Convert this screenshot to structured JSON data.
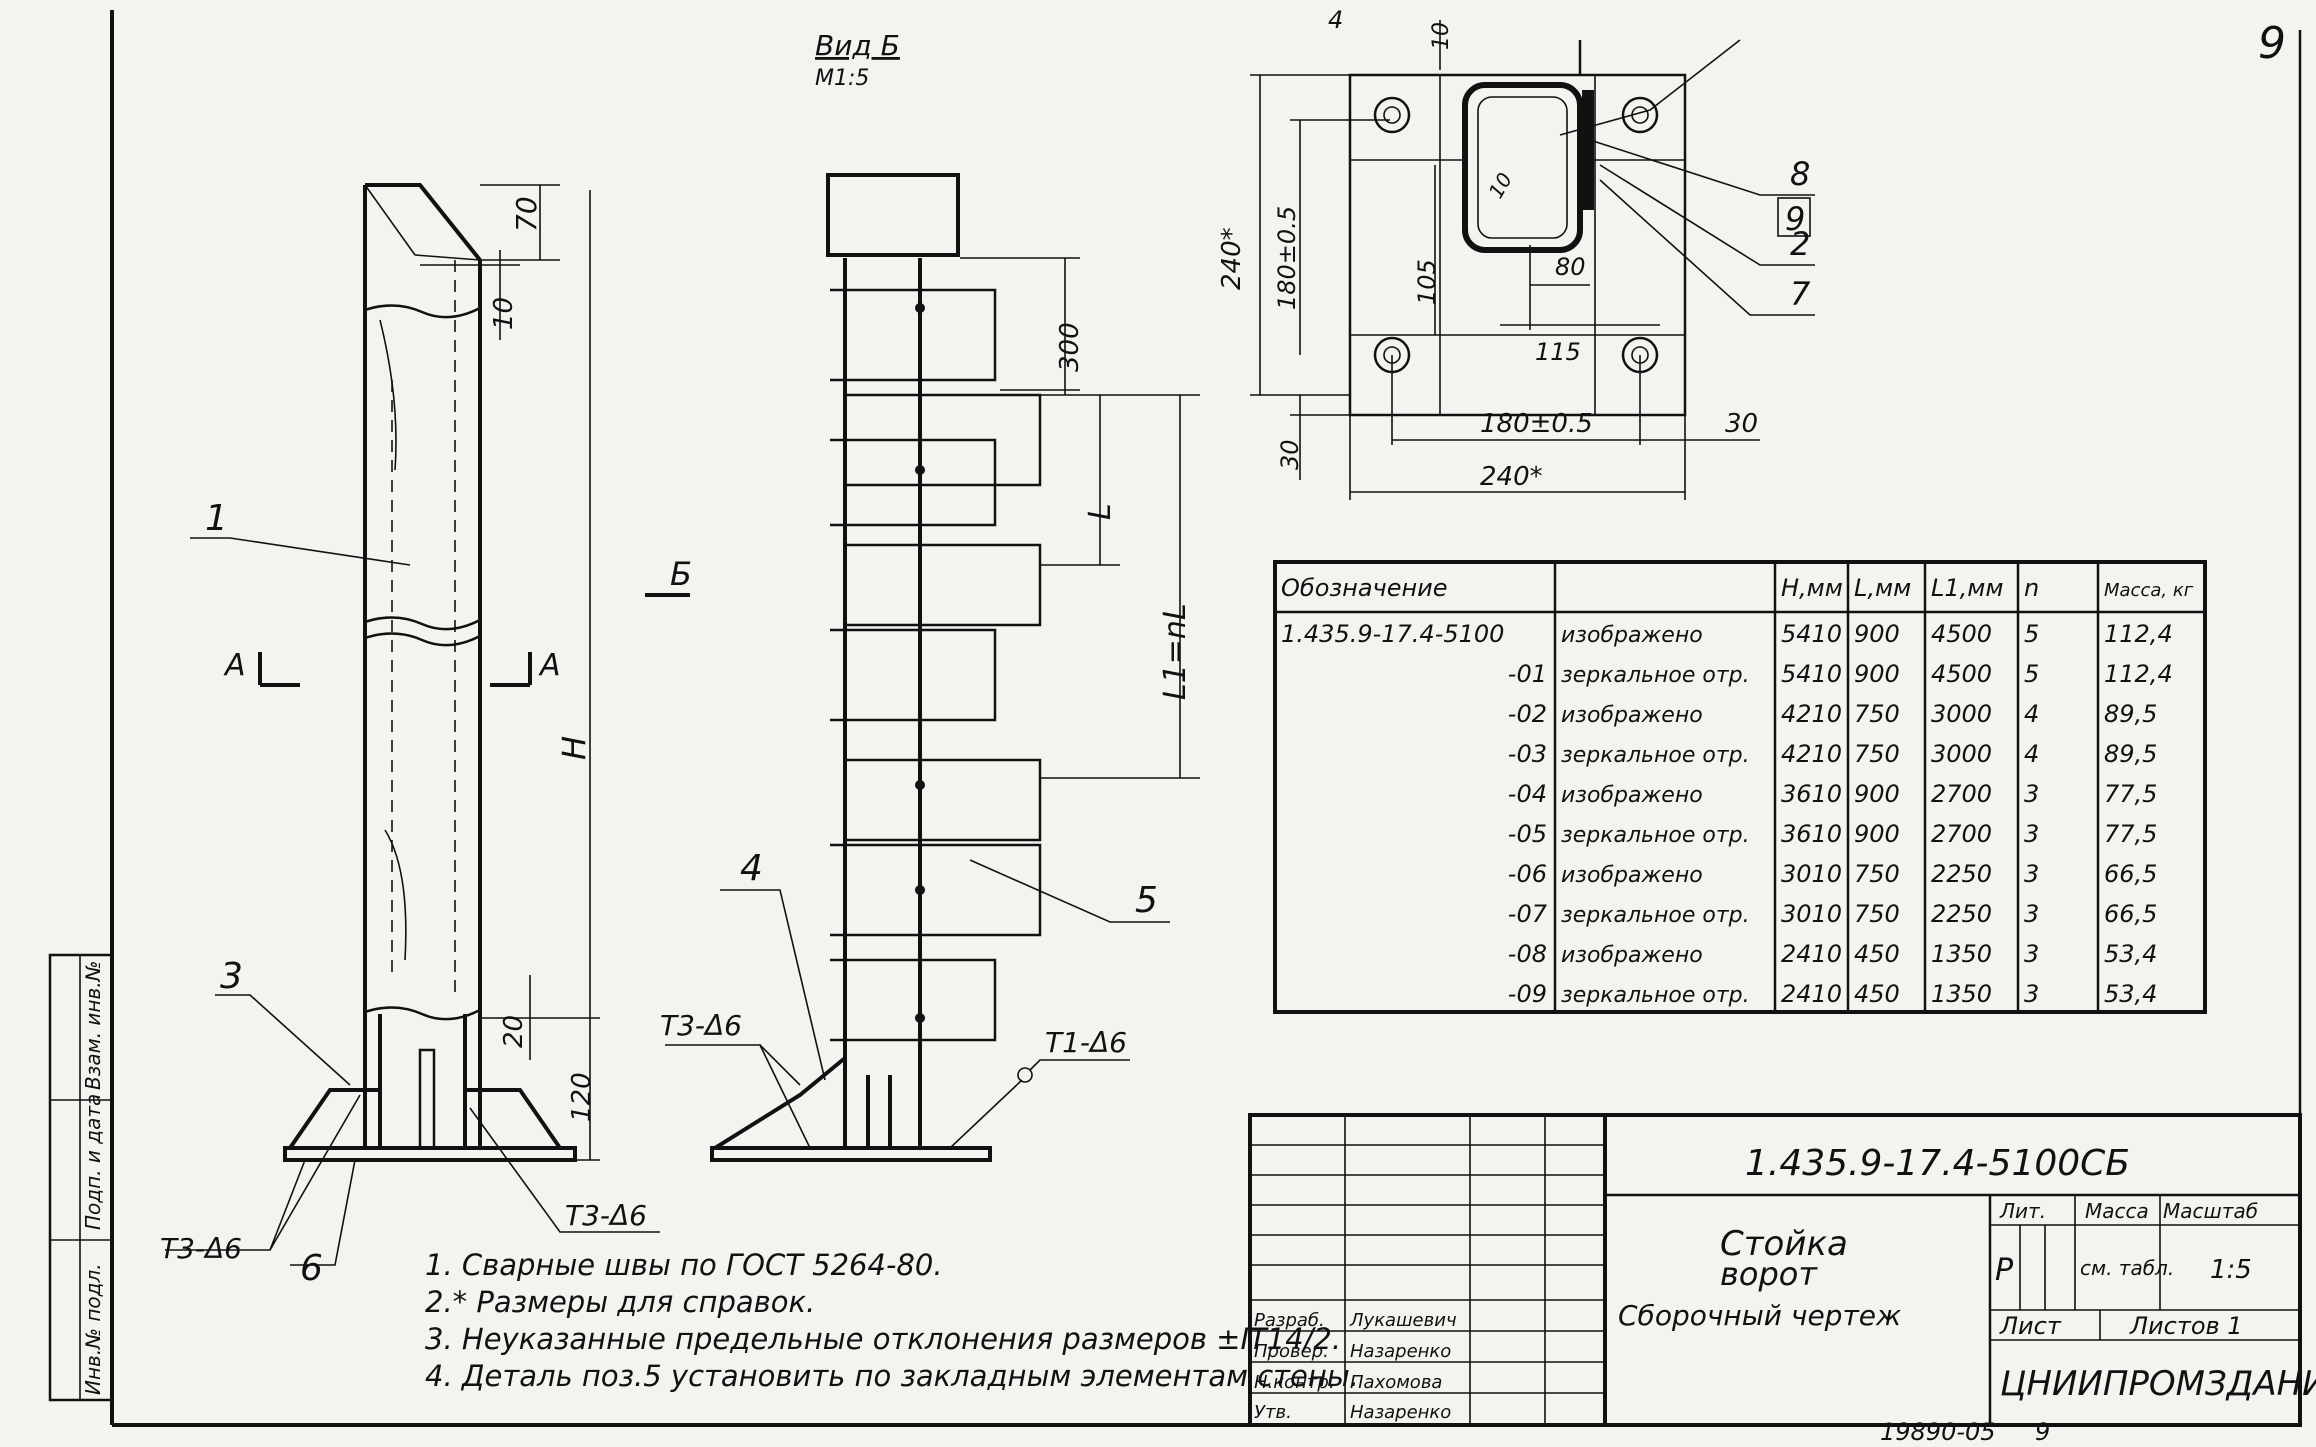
{
  "sheet_number": "9",
  "view_title": {
    "name": "Вид Б",
    "scale": "М1:5"
  },
  "view_label_b": "Б",
  "section_label": "А",
  "dims": {
    "d70": "70",
    "d10": "10",
    "dH": "H",
    "d20": "20",
    "d120": "120",
    "d300": "300",
    "dL": "L",
    "dL1": "L1=nL",
    "d240v": "240*",
    "d180v": "180±0.5",
    "d105": "105",
    "d30": "30",
    "d180h": "180±0.5",
    "d30h": "30",
    "d240h": "240*",
    "d80": "80",
    "d115": "115",
    "d10t": "10",
    "d4t": "4"
  },
  "callouts": {
    "c1": "1",
    "c3": "3",
    "c4": "4",
    "c5": "5",
    "c6": "6",
    "c2": "2",
    "c7": "7",
    "c8": "8",
    "c9": "9"
  },
  "welds": {
    "t3_left_top": "Т3-Δ6",
    "t3_bottom_left": "Т3-Δ6",
    "t3_bottom_right": "Т3-Δ6",
    "t1": "Т1-Δ6"
  },
  "spec_table": {
    "headers": [
      "Обозначение",
      "",
      "H,мм",
      "L,мм",
      "L1,мм",
      "n",
      "Масса, кг"
    ],
    "rows": [
      [
        "1.435.9-17.4-5100",
        "изображено",
        "5410",
        "900",
        "4500",
        "5",
        "112,4"
      ],
      [
        "-01",
        "зеркальное отр.",
        "5410",
        "900",
        "4500",
        "5",
        "112,4"
      ],
      [
        "-02",
        "изображено",
        "4210",
        "750",
        "3000",
        "4",
        "89,5"
      ],
      [
        "-03",
        "зеркальное отр.",
        "4210",
        "750",
        "3000",
        "4",
        "89,5"
      ],
      [
        "-04",
        "изображено",
        "3610",
        "900",
        "2700",
        "3",
        "77,5"
      ],
      [
        "-05",
        "зеркальное отр.",
        "3610",
        "900",
        "2700",
        "3",
        "77,5"
      ],
      [
        "-06",
        "изображено",
        "3010",
        "750",
        "2250",
        "3",
        "66,5"
      ],
      [
        "-07",
        "зеркальное отр.",
        "3010",
        "750",
        "2250",
        "3",
        "66,5"
      ],
      [
        "-08",
        "изображено",
        "2410",
        "450",
        "1350",
        "3",
        "53,4"
      ],
      [
        "-09",
        "зеркальное отр.",
        "2410",
        "450",
        "1350",
        "3",
        "53,4"
      ]
    ]
  },
  "notes": [
    "1. Сварные швы по ГОСТ 5264-80.",
    "2.* Размеры для справок.",
    "3. Неуказанные предельные отклонения размеров ±IT14/2.",
    "4. Деталь поз.5 установить по закладным элементам стены."
  ],
  "title_block": {
    "designation": "1.435.9-17.4-5100СБ",
    "name_line1": "Стойка",
    "name_line2": "ворот",
    "name_line3": "Сборочный чертеж",
    "lit_header": "Лит.",
    "mass_header": "Масса",
    "scale_header": "Масштаб",
    "lit_value": "Р",
    "mass_value": "см. табл.",
    "scale_value": "1:5",
    "sheet_label": "Лист",
    "sheets_label": "Листов 1",
    "org": "ЦНИИПРОМЗДАНИЙ",
    "sign_rows": [
      {
        "role": "Разраб.",
        "name": "Лукашевич"
      },
      {
        "role": "Провер.",
        "name": "Назаренко"
      },
      {
        "role": "Н.контр.",
        "name": "Пахомова"
      },
      {
        "role": "Утв.",
        "name": "Назаренко"
      }
    ]
  },
  "side_labels": {
    "inv": "Инв.№ подл.",
    "sign": "Подп. и дата",
    "vzam": "Взам. инв.№"
  },
  "archive_number": "19890-05",
  "archive_sheet": "9"
}
